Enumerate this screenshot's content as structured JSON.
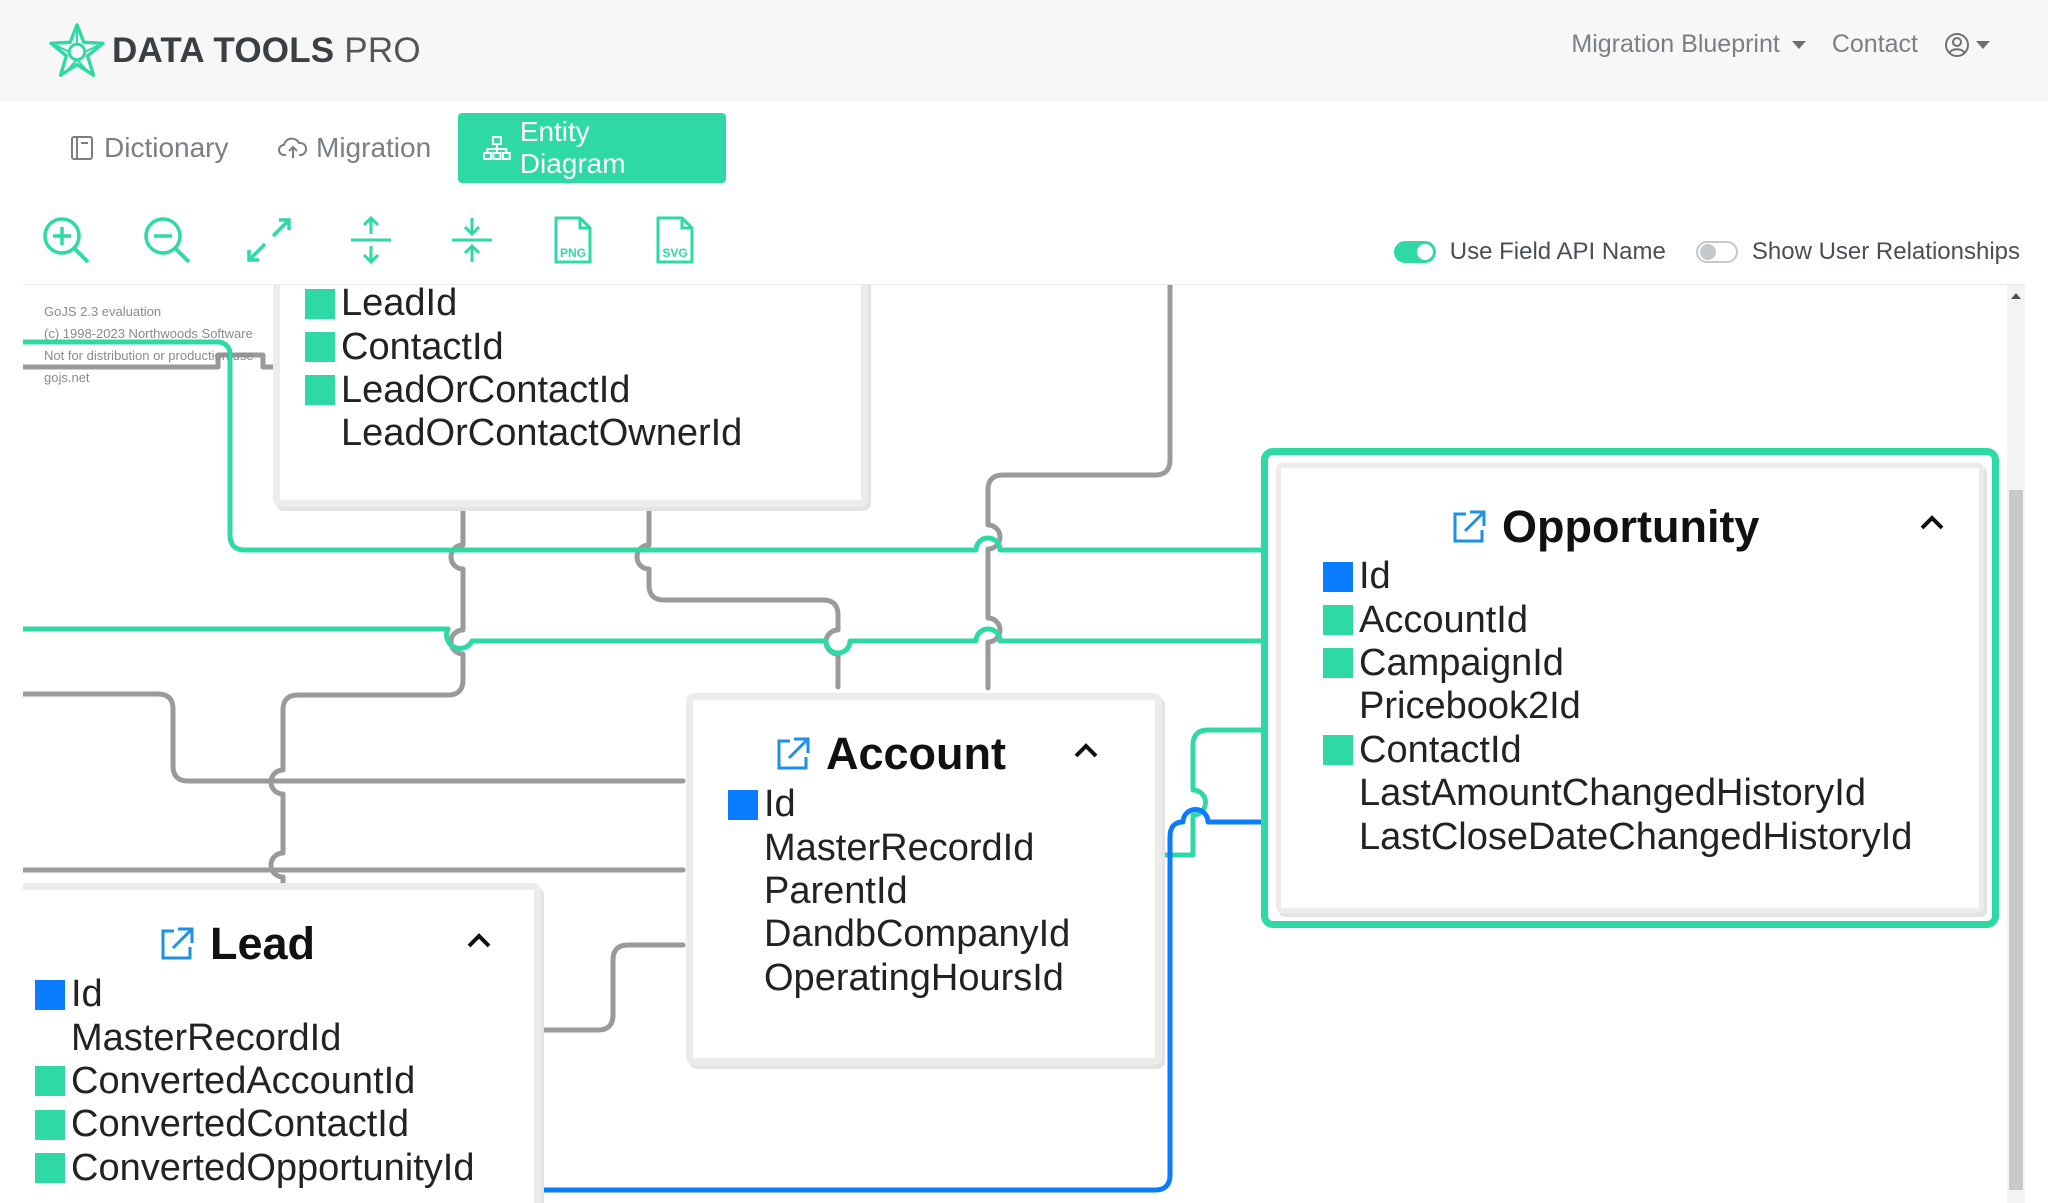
{
  "brand": {
    "bold": "DATA TOOLS",
    "light": "PRO"
  },
  "nav": {
    "blueprint": "Migration Blueprint",
    "contact": "Contact"
  },
  "tabs": [
    {
      "label": "Dictionary",
      "icon": "book-icon"
    },
    {
      "label": "Migration",
      "icon": "cloud-upload-icon"
    },
    {
      "label": "Entity Diagram",
      "icon": "sitemap-icon",
      "active": true
    }
  ],
  "toolbar": {
    "tools": [
      "zoom-in-icon",
      "zoom-out-icon",
      "expand-icon",
      "expand-vertical-icon",
      "collapse-vertical-icon",
      "export-png-icon",
      "export-svg-icon"
    ],
    "png_label": "PNG",
    "svg_label": "SVG"
  },
  "toggles": [
    {
      "label": "Use Field API Name",
      "on": true
    },
    {
      "label": "Show User Relationships",
      "on": false
    }
  ],
  "watermark": [
    "GoJS 2.3 evaluation",
    "(c) 1998-2023 Northwoods Software",
    "Not for distribution or production use",
    "gojs.net"
  ],
  "entities": {
    "partial": {
      "fields": [
        {
          "name": "LeadId",
          "key": "fk"
        },
        {
          "name": "ContactId",
          "key": "fk"
        },
        {
          "name": "LeadOrContactId",
          "key": "fk"
        },
        {
          "name": "LeadOrContactOwnerId",
          "key": "none"
        }
      ]
    },
    "opportunity": {
      "title": "Opportunity",
      "fields": [
        {
          "name": "Id",
          "key": "pk"
        },
        {
          "name": "AccountId",
          "key": "fk"
        },
        {
          "name": "CampaignId",
          "key": "fk"
        },
        {
          "name": "Pricebook2Id",
          "key": "none"
        },
        {
          "name": "ContactId",
          "key": "fk"
        },
        {
          "name": "LastAmountChangedHistoryId",
          "key": "none"
        },
        {
          "name": "LastCloseDateChangedHistoryId",
          "key": "none"
        }
      ]
    },
    "account": {
      "title": "Account",
      "fields": [
        {
          "name": "Id",
          "key": "pk"
        },
        {
          "name": "MasterRecordId",
          "key": "none"
        },
        {
          "name": "ParentId",
          "key": "none"
        },
        {
          "name": "DandbCompanyId",
          "key": "none"
        },
        {
          "name": "OperatingHoursId",
          "key": "none"
        }
      ]
    },
    "lead": {
      "title": "Lead",
      "fields": [
        {
          "name": "Id",
          "key": "pk"
        },
        {
          "name": "MasterRecordId",
          "key": "none"
        },
        {
          "name": "ConvertedAccountId",
          "key": "fk"
        },
        {
          "name": "ConvertedContactId",
          "key": "fk"
        },
        {
          "name": "ConvertedOpportunityId",
          "key": "fk"
        }
      ]
    }
  },
  "colors": {
    "accent": "#2fd9a6",
    "primary_key": "#0a7cff",
    "link_gray": "#9a9a9a",
    "text": "#222222"
  }
}
